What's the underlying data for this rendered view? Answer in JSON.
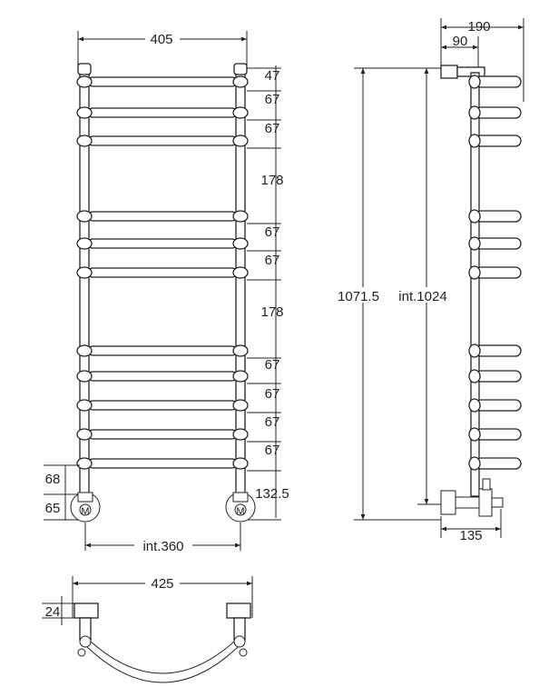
{
  "front_view": {
    "width_label": "405",
    "gap_labels": [
      "47",
      "67",
      "67",
      "178",
      "67",
      "67",
      "178",
      "67",
      "67",
      "67",
      "67",
      "132.5"
    ],
    "left_labels": [
      "68",
      "65"
    ],
    "valve_mark": "M",
    "int_label": "int.360"
  },
  "side_view": {
    "depth_label": "190",
    "offset_label": "90",
    "height_label": "1071.5",
    "int_label": "int.1024",
    "bottom_label": "135"
  },
  "top_view": {
    "width_label": "425",
    "depth_label": "24"
  },
  "colors": {
    "line": "#222222",
    "background": "#ffffff"
  }
}
